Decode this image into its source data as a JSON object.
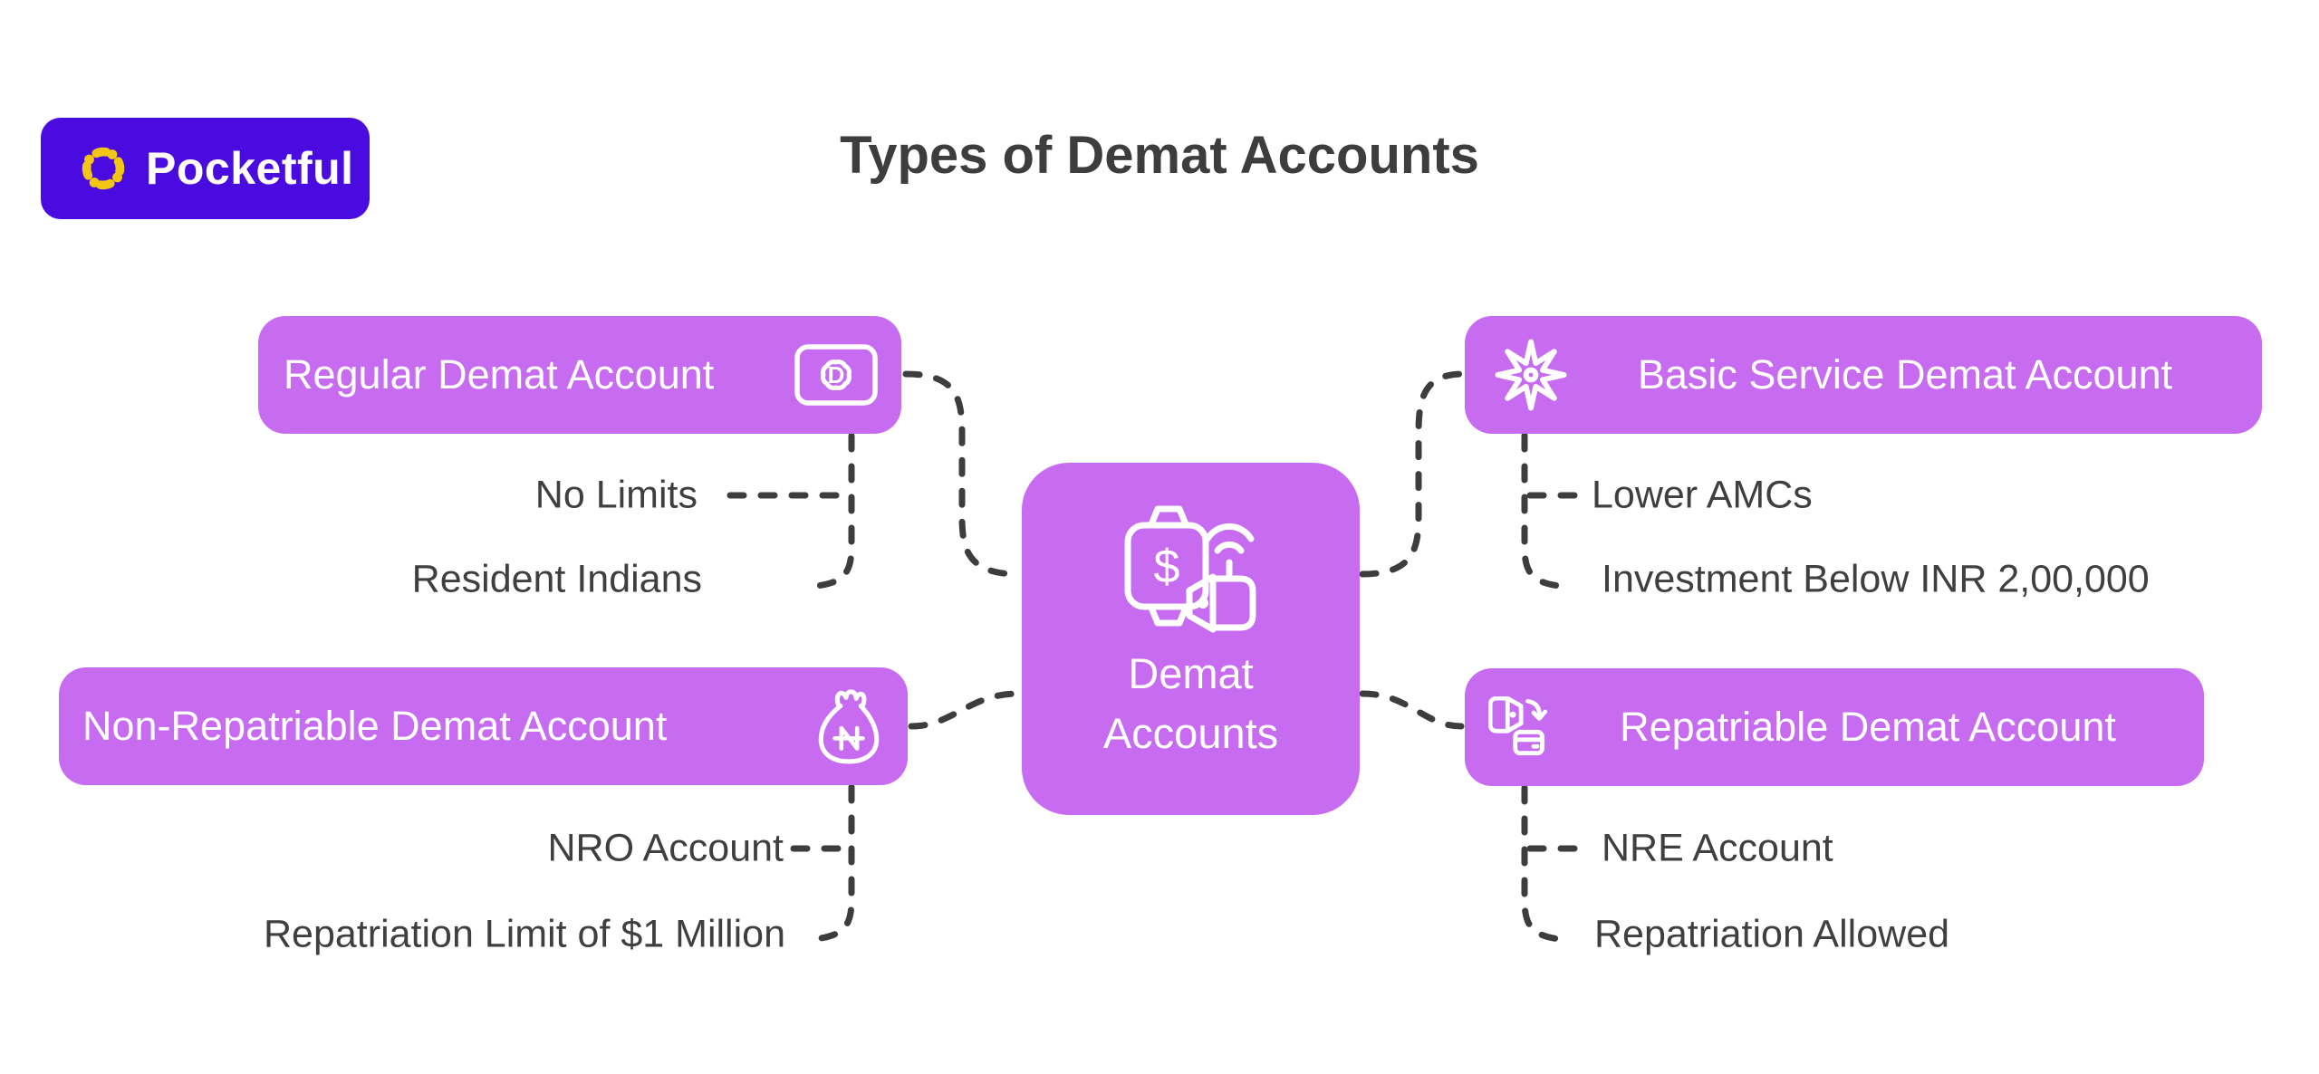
{
  "logo": {
    "brand": "Pocketful"
  },
  "title": "Types of Demat Accounts",
  "center": {
    "label_line1": "Demat",
    "label_line2": "Accounts",
    "icon": "payment-watch-wallet-icon"
  },
  "branches": [
    {
      "id": "regular",
      "label": "Regular Demat Account",
      "icon": "banknote-seal-icon",
      "children": [
        "No Limits",
        "Resident Indians"
      ]
    },
    {
      "id": "basic",
      "label": "Basic Service Demat Account",
      "icon": "star-badge-icon",
      "children": [
        "Lower AMCs",
        "Investment Below INR 2,00,000"
      ]
    },
    {
      "id": "nonrepatriable",
      "label": "Non-Repatriable Demat Account",
      "icon": "money-bag-icon",
      "children": [
        "NRO Account",
        "Repatriation Limit of $1 Million"
      ]
    },
    {
      "id": "repatriable",
      "label": "Repatriable Demat Account",
      "icon": "wallet-transfer-icon",
      "children": [
        "NRE Account",
        "Repatriation Allowed"
      ]
    }
  ],
  "colors": {
    "node_purple": "#C76BF1",
    "logo_purple": "#4A0BE1",
    "flower_yellow": "#F3C614",
    "connector_gray": "#3D3D3D",
    "text_dark": "#3F3F3F"
  }
}
